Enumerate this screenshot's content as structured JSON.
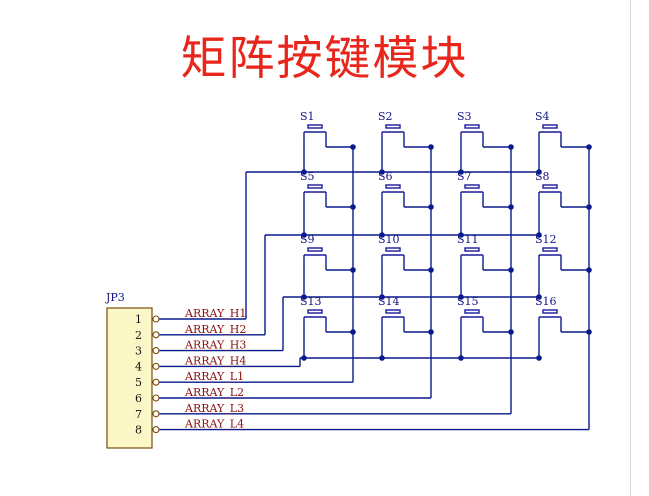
{
  "title": "矩阵按键模块",
  "connector": {
    "ref": "JP3",
    "pins": [
      "1",
      "2",
      "3",
      "4",
      "5",
      "6",
      "7",
      "8"
    ],
    "nets": [
      "ARRAY_H1",
      "ARRAY_H2",
      "ARRAY_H3",
      "ARRAY_H4",
      "ARRAY_L1",
      "ARRAY_L2",
      "ARRAY_L3",
      "ARRAY_L4"
    ]
  },
  "switches": [
    "S1",
    "S2",
    "S3",
    "S4",
    "S5",
    "S6",
    "S7",
    "S8",
    "S9",
    "S10",
    "S11",
    "S12",
    "S13",
    "S14",
    "S15",
    "S16"
  ],
  "colors": {
    "title": "#e8261c",
    "wire": "#0a1a8c",
    "net_label": "#8b1010",
    "header_fill": "#fcf7c7"
  }
}
